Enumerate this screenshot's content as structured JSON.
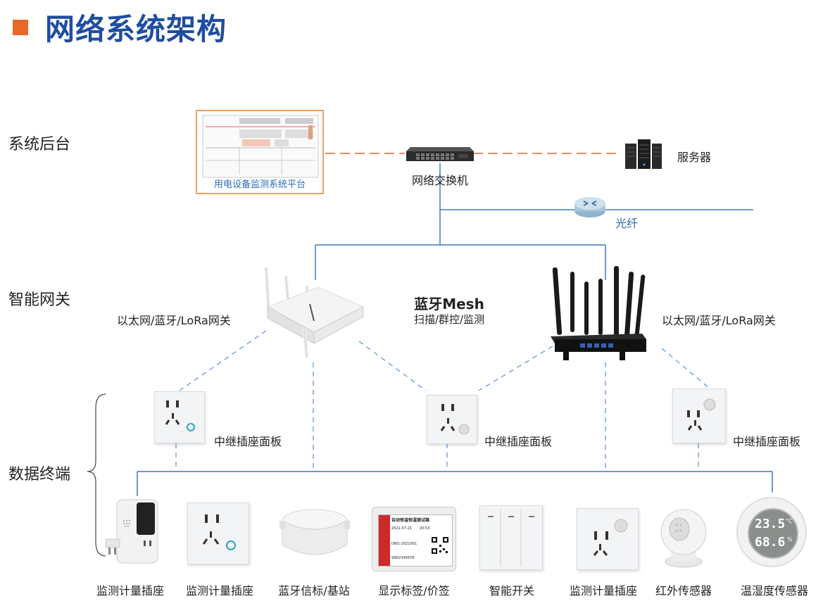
{
  "title": "网络系统架构",
  "layers": {
    "backend": "系统后台",
    "gateway": "智能网关",
    "terminal": "数据终端"
  },
  "backend": {
    "platform_label": "用电设备监测系统平台",
    "switch_label": "网络交换机",
    "server_label": "服务器",
    "fiber_label": "光纤"
  },
  "gateway": {
    "left_label": "以太网/蓝牙/LoRa网关",
    "right_label": "以太网/蓝牙/LoRa网关",
    "mesh_title": "蓝牙Mesh",
    "mesh_sub": "扫描/群控/监测"
  },
  "relays": [
    {
      "label": "中继插座面板"
    },
    {
      "label": "中继插座面板"
    },
    {
      "label": "中继插座面板"
    }
  ],
  "terminals": [
    {
      "label": "监测计量插座"
    },
    {
      "label": "监测计量插座"
    },
    {
      "label": "蓝牙信标/基站"
    },
    {
      "label": "显示标签/价签"
    },
    {
      "label": "智能开关"
    },
    {
      "label": "监测计量插座"
    },
    {
      "label": "红外传感器"
    },
    {
      "label": "温湿度传感器"
    }
  ],
  "sensor_readings": {
    "temp": "23.5",
    "temp_unit": "°C",
    "humidity": "68.6",
    "humidity_unit": "%"
  },
  "price_tag": {
    "header": "自动恒温恒湿测试箱",
    "rows": [
      "2021-07-21",
      "20:53",
      "DW1-2021001",
      "SN02345678"
    ]
  },
  "colors": {
    "title": "#1f4da0",
    "accent": "#e8672a",
    "line": "#3d7ab8",
    "dashed_orange": "#e8672a",
    "dashed_blue": "#5a8fd0"
  }
}
